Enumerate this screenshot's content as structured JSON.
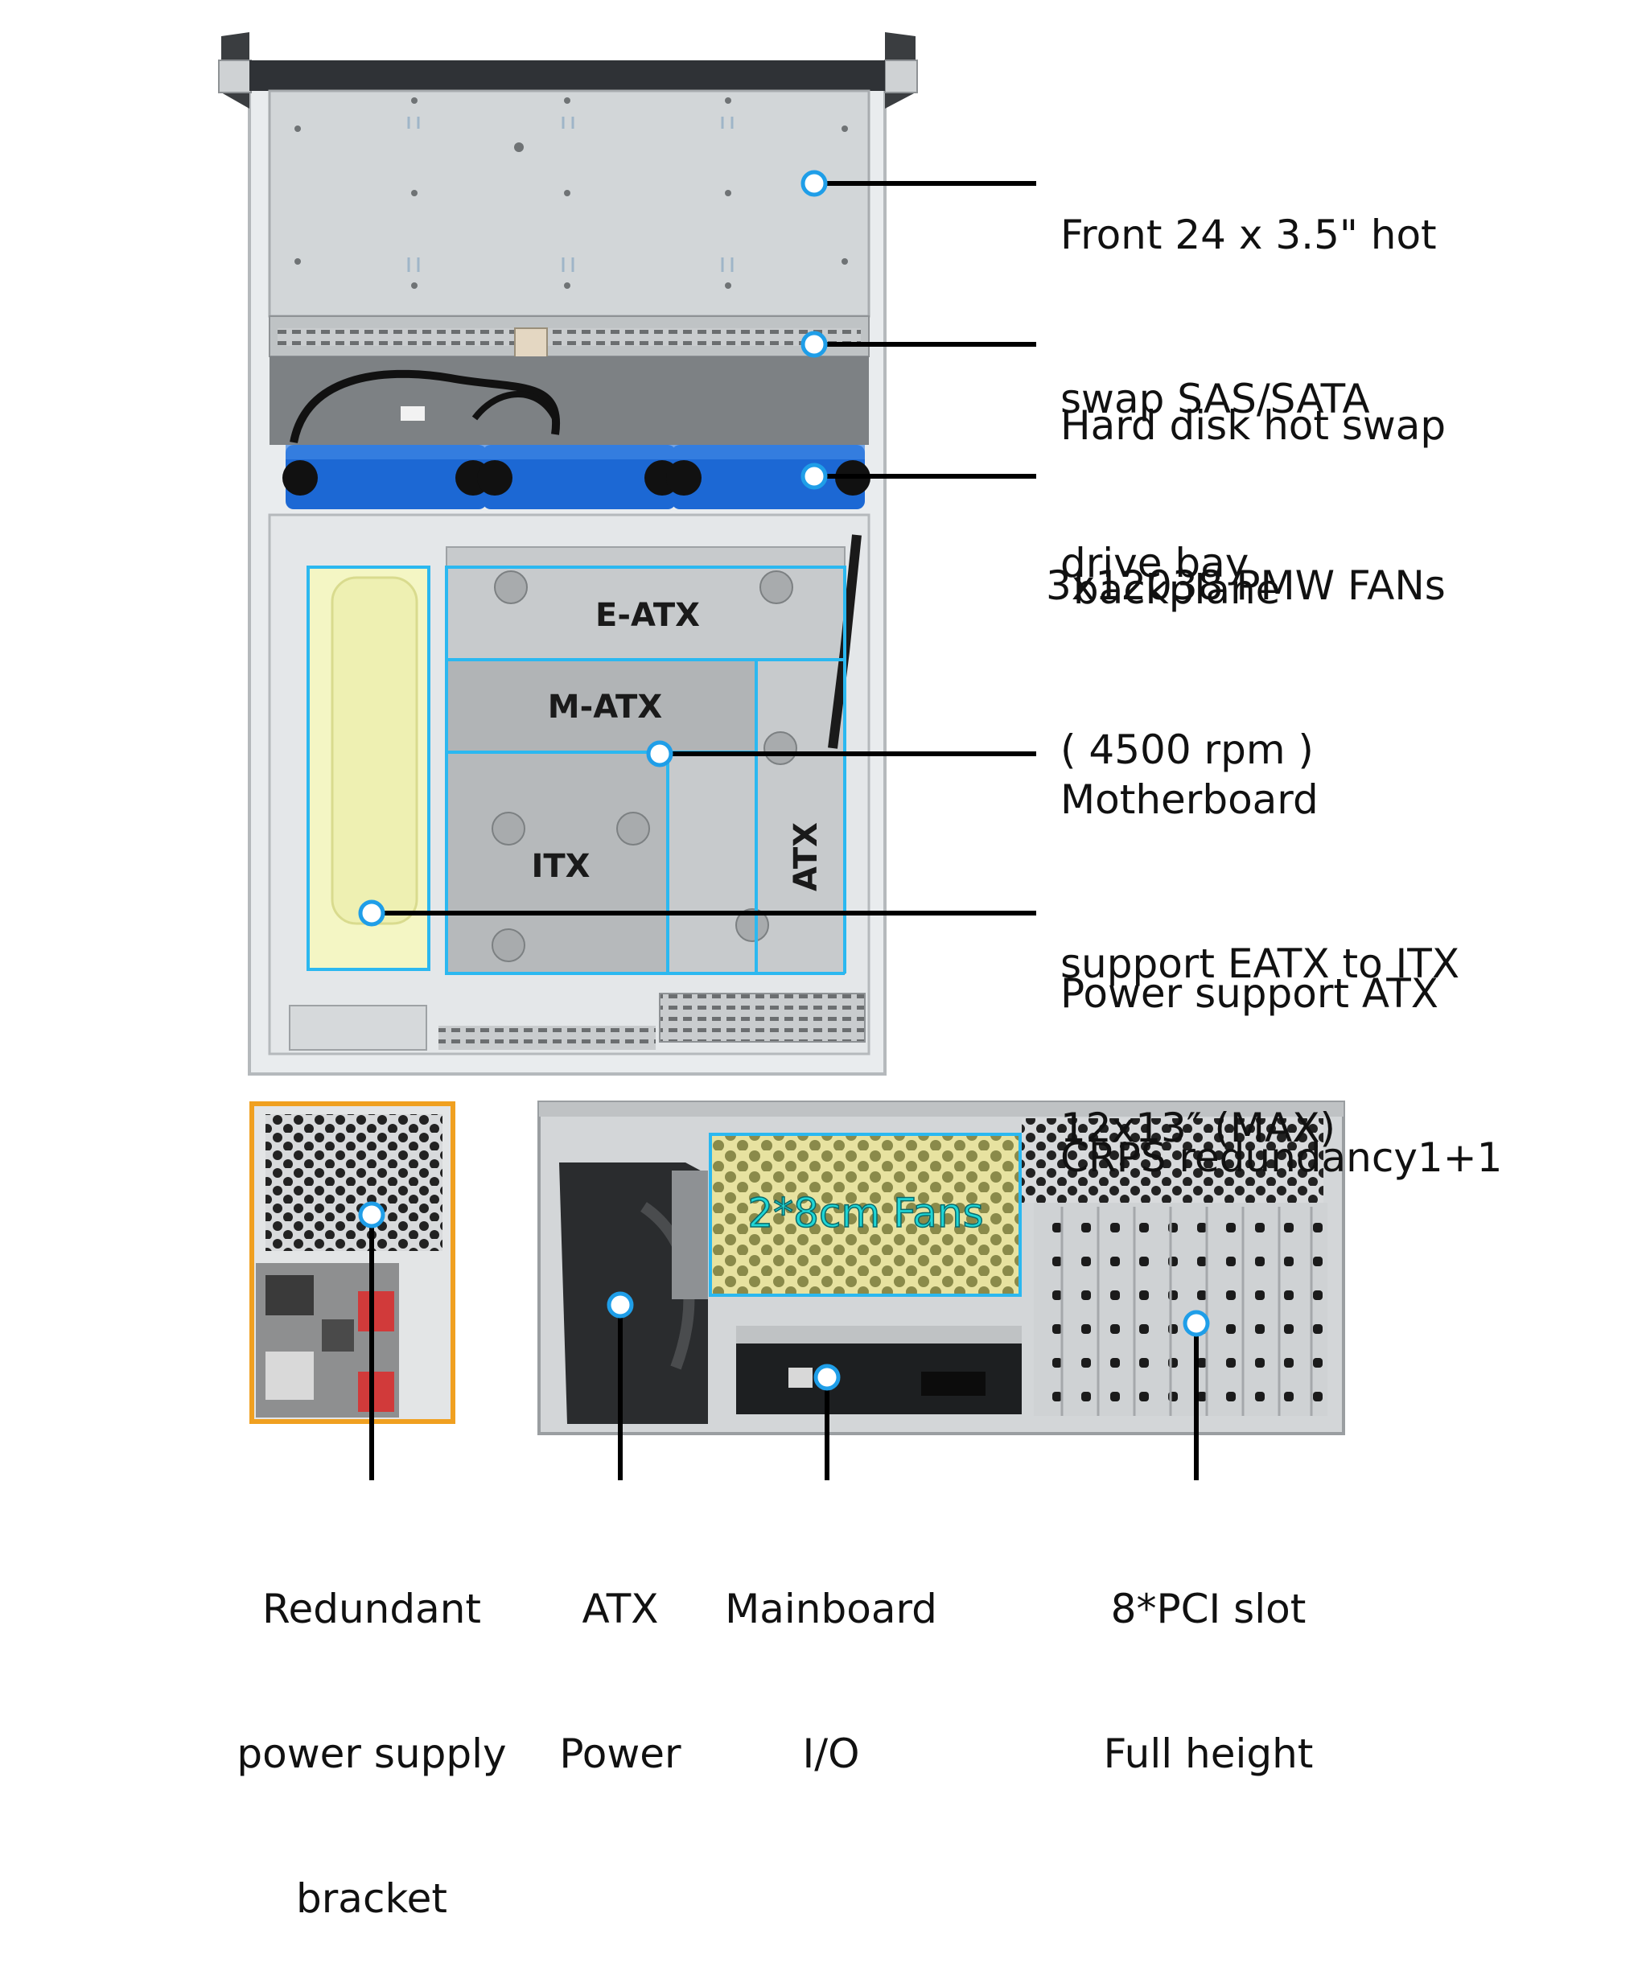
{
  "colors": {
    "callout_dot": "#1f9ee8",
    "zone_outline": "#2bb8f0",
    "leader_line": "#000000",
    "fan_blue": "#1c68d4",
    "psu_highlight": "#f4f6c4",
    "psu_bracket_border": "#f0a020",
    "fan_label": "#1fd6d6"
  },
  "icons": {
    "callout_marker": "ring-dot-icon"
  },
  "callouts": {
    "drive_bay": {
      "line1": "Front 24 x 3.5\" hot",
      "line2": "swap SAS/SATA",
      "line3": "drive bay"
    },
    "backplane": {
      "line1": "Hard disk hot swap",
      "line2": " backplane"
    },
    "fans": {
      "line1": "3x12038 PMW FANs",
      "line2": "( 4500 rpm )"
    },
    "motherboard": {
      "line1": "Motherboard",
      "line2": "support EATX to ITX",
      "line3": "12x13″ (MAX)"
    },
    "power": {
      "line1": "Power support ATX",
      "line2": "CRPS redundancy1+1"
    },
    "redundant_psu": {
      "line1": "Redundant",
      "line2": "power supply",
      "line3": "bracket"
    },
    "atx_power": {
      "line1": "ATX",
      "line2": "Power"
    },
    "mainboard_io": {
      "line1": "Mainboard",
      "line2": "I/O"
    },
    "pci_slot": {
      "line1": "8*PCI slot",
      "line2": "Full height"
    }
  },
  "zones": {
    "eatx": "E-ATX",
    "matx": "M-ATX",
    "itx": "ITX",
    "atx": "ATX"
  },
  "rear_panel": {
    "fans_label": "2*8cm Fans"
  }
}
